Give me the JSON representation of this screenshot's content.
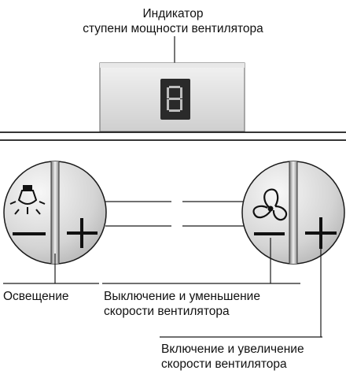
{
  "labels": {
    "indicator_line1": "Индикатор",
    "indicator_line2": "ступени мощности вентилятора",
    "lighting": "Освещение",
    "off_decrease_line1": "Выключение и уменьшение",
    "off_decrease_line2": "скорости вентилятора",
    "on_increase_line1": "Включение и увеличение",
    "on_increase_line2": "скорости вентилятора"
  },
  "display": {
    "digit": "8"
  },
  "icons": {
    "left_top": "light-bulb-icon",
    "left_bottom": "minus-icon",
    "left_right": "plus-icon",
    "right_top": "fan-icon",
    "right_bottom": "minus-icon",
    "right_right": "plus-icon"
  },
  "colors": {
    "line": "#1a1a1a",
    "panel_fill": "#d9d9d9",
    "display_bg": "#2a2a2a",
    "segment": "#bdbdbd"
  }
}
